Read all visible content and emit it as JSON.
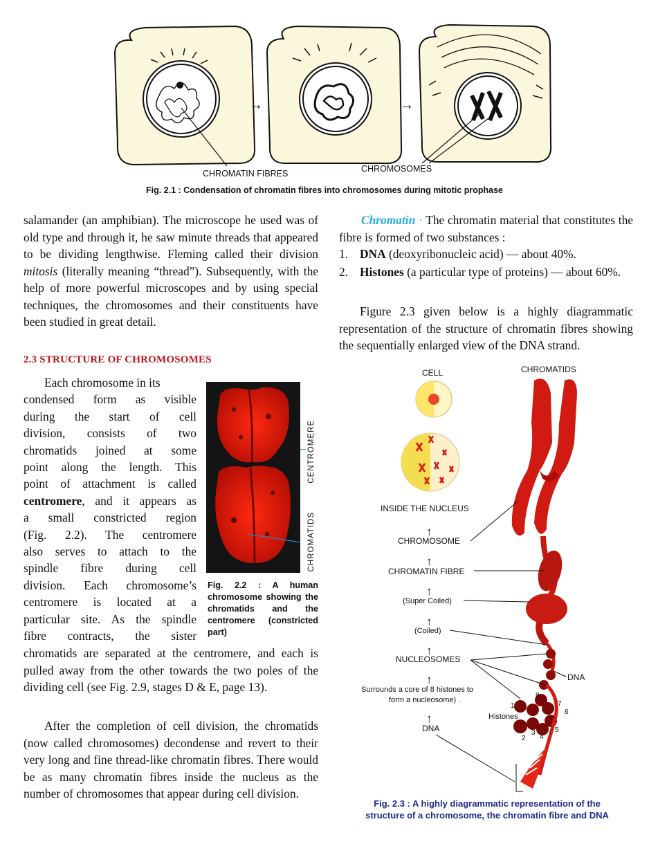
{
  "fig1": {
    "label_chromatin": "CHROMATIN FIBRES",
    "label_chromosomes": "CHROMOSOMES",
    "caption": "Fig. 2.1 : Condensation of chromatin fibres into chromosomes during mitotic prophase"
  },
  "left": {
    "para1": "salamander (an amphibian). The microscope he used was of old type and through it, he saw minute threads that appeared to be dividing lengthwise. Fleming called their division ",
    "para1_italic": "mitosis",
    "para1_end": " (literally meaning “thread”). Subsequently, with the help of more powerful microscopes and by using special techniques, the chromosomes and their constituents have been studied in great detail.",
    "heading": "2.3  STRUCTURE OF CHROMOSOMES",
    "wrap_lines": [
      "Each chromosome in its",
      "condensed form as visible",
      "during the start of cell",
      "division, consists of two",
      "chromatids joined at some",
      "point along the length. This",
      "point of attachment is called",
      "",
      "a small constricted region",
      "(Fig. 2.2). The centromere",
      "also serves to attach to the",
      "spindle fibre during cell",
      "division. Each chromosome’s",
      "centromere is located at a",
      "particular site. As the spindle",
      "fibre contracts, the sister"
    ],
    "centromere_bold": "centromere",
    "centromere_after": ", and it appears as",
    "para2_end": "chromatids are separated at the centromere, and each is pulled away from the other towards the two poles of the dividing cell (see Fig. 2.9, stages D & E, page 13).",
    "para3": "After the completion of cell division, the chromatids (now called chromosomes) decondense and revert to their very long and fine thread-like chromatin fibres. There would be as many chromatin fibres inside the nucleus as the number of chromosomes that appear during cell division."
  },
  "fig2": {
    "label_centromere": "CENTROMERE",
    "label_chromatids": "CHROMATIDS",
    "caption": "Fig. 2.2 : A human chromosome showing the chromatids and the centromere (constricted part)"
  },
  "right": {
    "chromatin_word": "Chromatin",
    "intro": "The chromatin material that constitutes the fibre is formed of two substances :",
    "items": [
      {
        "num": "1.",
        "bold": "DNA",
        "text": " (deoxyribonucleic acid) — about 40%."
      },
      {
        "num": "2.",
        "bold": "Histones",
        "text": " (a particular type of proteins) — about 60%."
      }
    ],
    "para": "Figure 2.3 given below is a highly diagrammatic representation of the structure of chromatin fibres showing the sequentially enlarged view of the DNA strand."
  },
  "fig3": {
    "cell": "CELL",
    "chromatids": "CHROMATIDS",
    "inside_nucleus": "INSIDE THE NUCLEUS",
    "chromosome": "CHROMOSOME",
    "chromatin_fibre": "CHROMATIN FIBRE",
    "super_coiled": "(Super Coiled)",
    "coiled": "(Coiled)",
    "nucleosomes": "NUCLEOSOMES",
    "dna_right": "DNA",
    "surrounds_1": "Surrounds a core of 8 histones to",
    "surrounds_2": "form a nucleosome) .",
    "histones": "Histones",
    "dna_bottom": "DNA",
    "nums": [
      "1",
      "2",
      "3",
      "4",
      "5",
      "6",
      "7",
      "8"
    ],
    "arrow": "↑",
    "caption_1": "Fig. 2.3 : A highly diagrammatic representation of the",
    "caption_2": "structure of a chromosome, the chromatin fibre and DNA"
  },
  "colors": {
    "heading_red": "#c0161b",
    "chromatin_blue": "#27aee0",
    "caption_navy": "#1d2a8c",
    "chromosome_red": "#d01a12"
  }
}
